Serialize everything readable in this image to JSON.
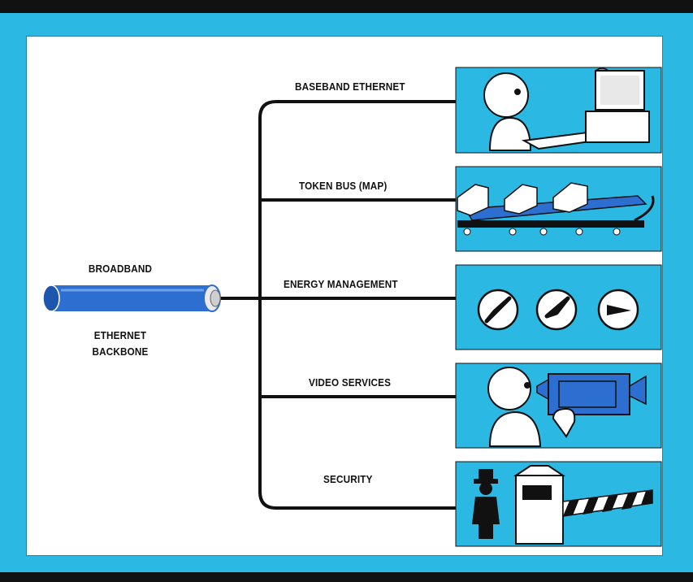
{
  "colors": {
    "frame_blue": "#2bb8e3",
    "cable_blue": "#2d6fd0",
    "line_black": "#111111",
    "panel_white": "#ffffff"
  },
  "cable": {
    "label_top": "BROADBAND",
    "label_bottom_line1": "ETHERNET",
    "label_bottom_line2": "BACKBONE"
  },
  "branches": [
    {
      "label": "BASEBAND ETHERNET",
      "icon": "person-at-computer-icon"
    },
    {
      "label": "TOKEN BUS (MAP)",
      "icon": "conveyor-belt-icon"
    },
    {
      "label": "ENERGY MANAGEMENT",
      "icon": "gauges-icon"
    },
    {
      "label": "VIDEO SERVICES",
      "icon": "person-with-video-camera-icon"
    },
    {
      "label": "SECURITY",
      "icon": "security-gate-icon"
    }
  ]
}
